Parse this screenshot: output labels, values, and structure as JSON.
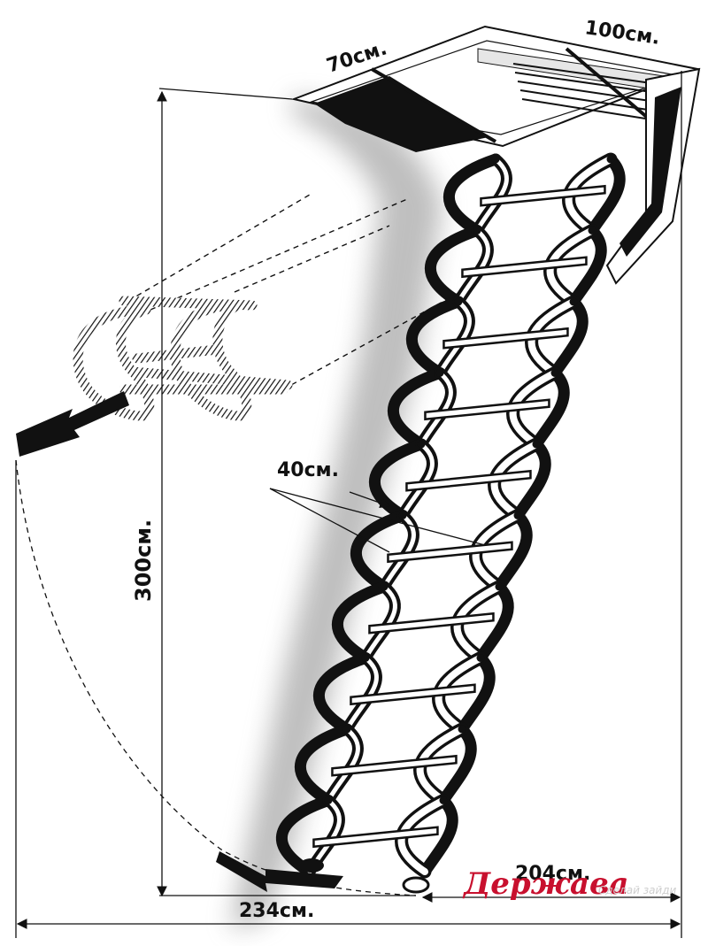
{
  "dimensions": {
    "hatch_width": "70см.",
    "hatch_length": "100см.",
    "ceiling_height": "300см.",
    "step_width": "40см.",
    "floor_reach": "204см.",
    "total_length": "234см."
  },
  "brand": {
    "name": "Держава",
    "watermark": "Сделай зайди"
  },
  "colors": {
    "ink": "#111111",
    "brand": "#c8102e",
    "shadow": "#9a9a9a"
  },
  "steps": 10
}
